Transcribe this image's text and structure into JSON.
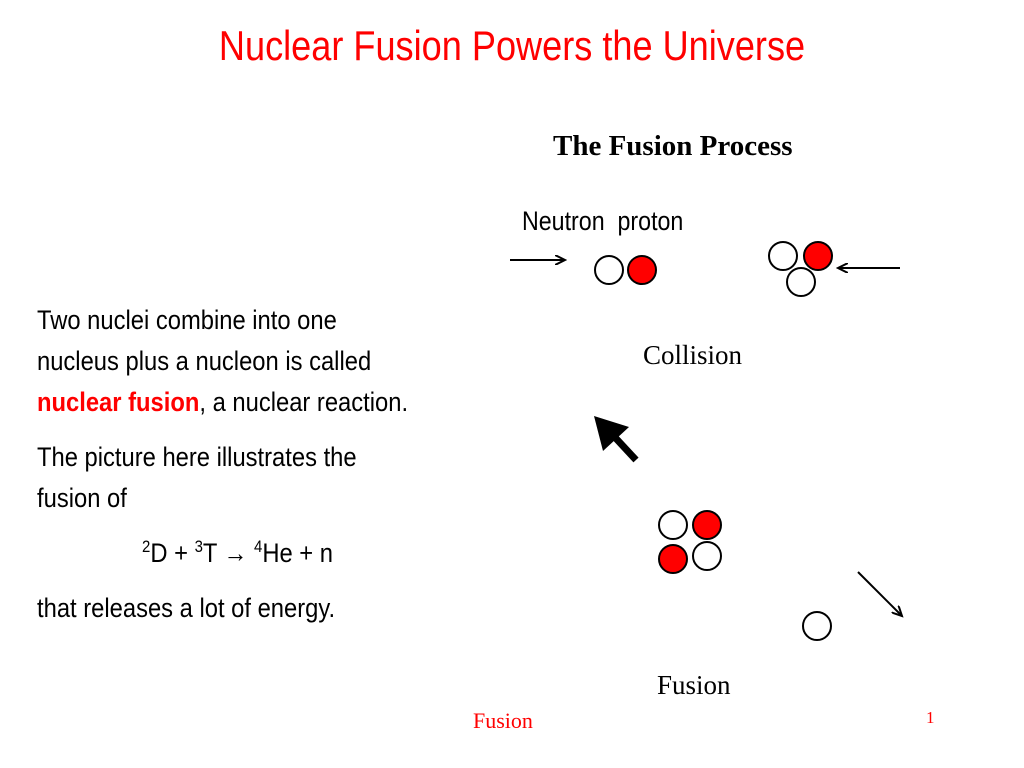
{
  "slide": {
    "title": "Nuclear Fusion Powers the Universe",
    "footer_title": "Fusion",
    "page_number": "1"
  },
  "body": {
    "para1_line1": "Two nuclei combine into one",
    "para1_line2": "nucleus plus a nucleon is called",
    "para1_highlight": "nuclear fusion",
    "para1_rest": ", a nuclear reaction.",
    "para2_line1": "The picture here illustrates the",
    "para2_line2": "fusion of",
    "equation": {
      "d_mass": "2",
      "d_symbol": "D",
      "plus1": " + ",
      "t_mass": "3",
      "t_symbol": "T",
      "arrow": " → ",
      "he_mass": "4",
      "he_symbol": "He",
      "plus2": " + n"
    },
    "para3": "that releases a lot of energy."
  },
  "diagram": {
    "title": "The Fusion Process",
    "particle_labels": "Neutron  proton",
    "collision_label": "Collision",
    "fusion_label": "Fusion",
    "colors": {
      "proton": "#ff0000",
      "neutron": "#ffffff",
      "accent": "#ff0000",
      "outline": "#000000"
    }
  }
}
